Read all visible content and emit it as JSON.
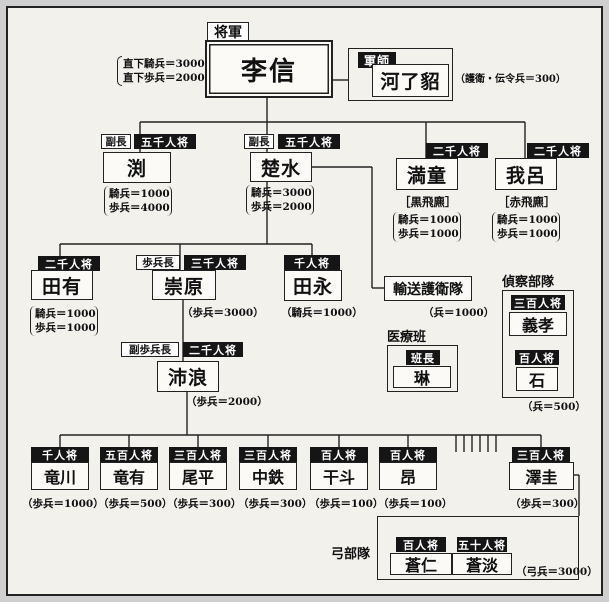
{
  "general": {
    "tag": "将軍",
    "name": "李信",
    "troops": [
      "直下騎兵＝3000",
      "直下歩兵＝2000"
    ]
  },
  "strategist": {
    "tag": "軍師",
    "name": "河了貂",
    "troops": "（護衛・伝令兵＝300）"
  },
  "vice1": {
    "tag_white": "副長",
    "tag": "五千人将",
    "name": "渕",
    "troops": [
      "騎兵＝1000",
      "歩兵＝4000"
    ]
  },
  "vice2": {
    "tag_white": "副長",
    "tag": "五千人将",
    "name": "楚水",
    "troops": [
      "騎兵＝3000",
      "歩兵＝2000"
    ]
  },
  "mantou": {
    "tag": "二千人将",
    "name": "満童",
    "alias": "［黒飛麃］",
    "troops": [
      "騎兵＝1000",
      "歩兵＝1000"
    ]
  },
  "garo": {
    "tag": "二千人将",
    "name": "我呂",
    "alias": "［赤飛麃］",
    "troops": [
      "騎兵＝1000",
      "歩兵＝1000"
    ]
  },
  "denyu": {
    "tag": "二千人将",
    "name": "田有",
    "troops": [
      "騎兵＝1000",
      "歩兵＝1000"
    ]
  },
  "sugen": {
    "tag_white": "歩兵長",
    "tag": "三千人将",
    "name": "崇原",
    "troops": "（歩兵＝3000）"
  },
  "denei": {
    "tag": "千人将",
    "name": "田永",
    "troops": "（騎兵＝1000）"
  },
  "escort": {
    "name": "輸送護衛隊",
    "troops": "（兵＝1000）"
  },
  "medical": {
    "label": "医療班",
    "tag": "班長",
    "name": "琳"
  },
  "scout": {
    "label": "偵察部隊",
    "tag1": "三百人将",
    "name1": "義孝",
    "tag2": "百人将",
    "name2": "石",
    "troops": "（兵＝500）"
  },
  "hairou": {
    "tag_white": "副歩兵長",
    "tag": "二千人将",
    "name": "沛浪",
    "troops": "（歩兵＝2000）"
  },
  "bottom": [
    {
      "tag": "千人将",
      "name": "竜川",
      "troops": "（歩兵＝1000）"
    },
    {
      "tag": "五百人将",
      "name": "竜有",
      "troops": "（歩兵＝500）"
    },
    {
      "tag": "三百人将",
      "name": "尾平",
      "troops": "（歩兵＝300）"
    },
    {
      "tag": "三百人将",
      "name": "中鉄",
      "troops": "（歩兵＝300）"
    },
    {
      "tag": "百人将",
      "name": "干斗",
      "troops": "（歩兵＝100）"
    },
    {
      "tag": "百人将",
      "name": "昂",
      "troops": "（歩兵＝100）"
    },
    {
      "tag": "三百人将",
      "name": "澤圭",
      "troops": "（歩兵＝300）"
    }
  ],
  "archers": {
    "label": "弓部隊",
    "tag1": "百人将",
    "name1": "蒼仁",
    "tag2": "五十人将",
    "name2": "蒼淡",
    "troops": "（弓兵＝3000）"
  }
}
